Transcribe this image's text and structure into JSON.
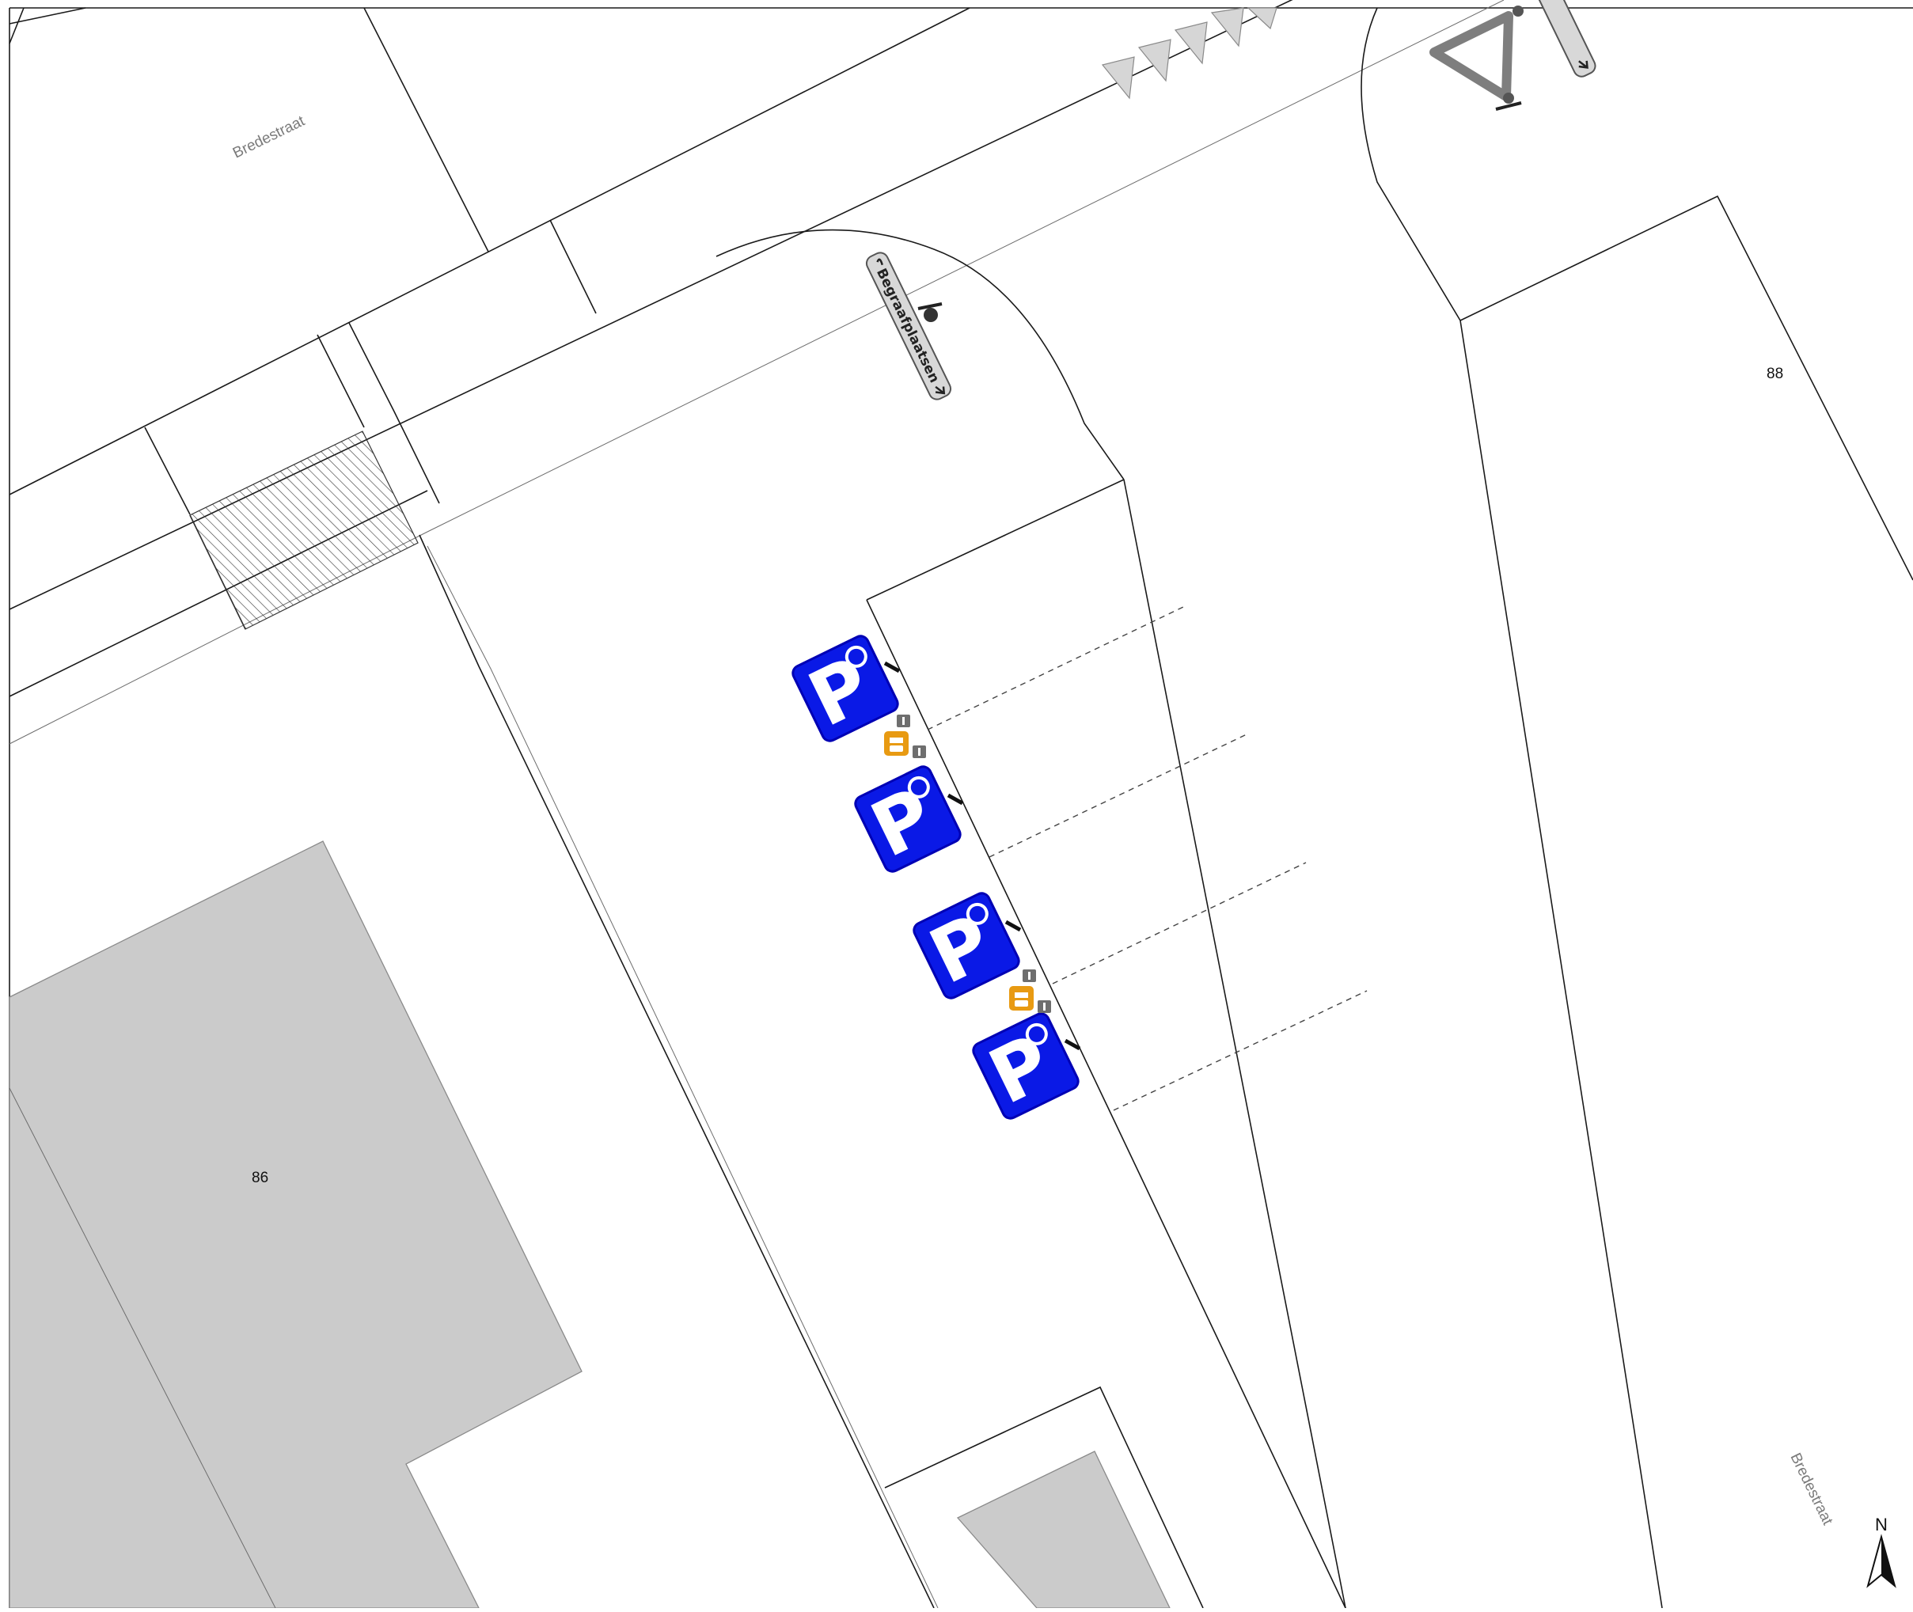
{
  "map": {
    "street_labels": {
      "top_left": "Bredestraat",
      "bottom_right": "Bredestraat"
    },
    "house_numbers": {
      "left_building": "86",
      "right_lot": "88"
    },
    "street_sign_name": "Begraafplaatsen",
    "north_arrow_label": "N",
    "icons": {
      "parking": "parking-charging-sign-icon",
      "ev_charger": "ev-charging-station-icon",
      "info": "info-marker-icon",
      "yield": "yield-sign-icon",
      "shark_teeth": "shark-teeth-marking-icon"
    },
    "colors": {
      "parking_blue": "#0a19e6",
      "charger_orange": "#e89a12",
      "building_gray": "#cbcbcb",
      "yield_gray": "#7e7e7e",
      "info_gray": "#6e6e6e"
    }
  }
}
